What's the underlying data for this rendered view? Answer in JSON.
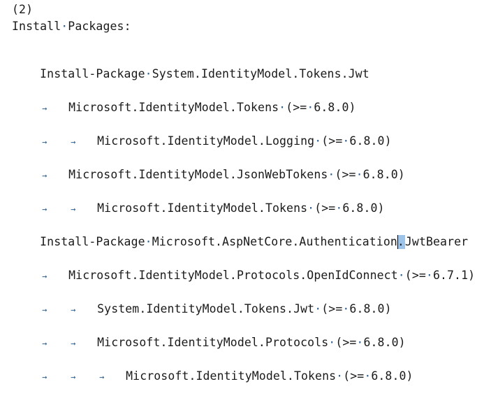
{
  "document": {
    "heading_number": "(2)",
    "heading_title": "Install·Packages:",
    "tab_glyph": "→",
    "lines": [
      {
        "indent": 0,
        "text": "Install-Package·System.IdentityModel.Tokens.Jwt"
      },
      {
        "indent": 1,
        "text": "Microsoft.IdentityModel.Tokens·(>=·6.8.0)"
      },
      {
        "indent": 2,
        "text": "Microsoft.IdentityModel.Logging·(>=·6.8.0)"
      },
      {
        "indent": 1,
        "text": "Microsoft.IdentityModel.JsonWebTokens·(>=·6.8.0)"
      },
      {
        "indent": 2,
        "text": "Microsoft.IdentityModel.Tokens·(>=·6.8.0)"
      },
      {
        "indent": 0,
        "text_before_cursor": "Install-Package·Microsoft.AspNetCore.Authentication",
        "text_at_cursor": ".",
        "text_after_cursor": "JwtBearer"
      },
      {
        "indent": 1,
        "text": "Microsoft.IdentityModel.Protocols.OpenIdConnect·(>=·6.7.1)"
      },
      {
        "indent": 2,
        "text": "System.IdentityModel.Tokens.Jwt·(>=·6.8.0)"
      },
      {
        "indent": 2,
        "text": "Microsoft.IdentityModel.Protocols·(>=·6.8.0)"
      },
      {
        "indent": 3,
        "text": "Microsoft.IdentityModel.Tokens·(>=·6.8.0)"
      }
    ]
  }
}
